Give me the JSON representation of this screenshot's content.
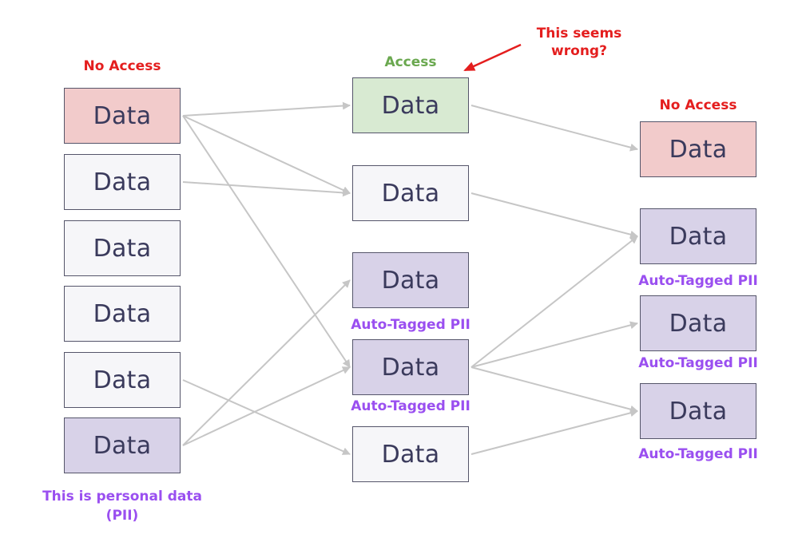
{
  "colors": {
    "plain_fill": "#f6f6f9",
    "denied_fill": "#f2cbcb",
    "allowed_fill": "#d8ead2",
    "pii_fill": "#d8d2e8",
    "no_access_text": "#e41e1e",
    "access_text": "#6aa84f",
    "pii_text": "#9a4ff0",
    "edge": "#c6c6c6"
  },
  "labels": {
    "left_status": "No Access",
    "middle_status": "Access",
    "right_status": "No Access",
    "callout": "This seems wrong?",
    "pii_tag": "Auto-Tagged PII",
    "pii_note_line1": "This is personal data",
    "pii_note_line2": "(PII)"
  },
  "nodes": {
    "left": [
      {
        "text": "Data",
        "state": "no-access"
      },
      {
        "text": "Data",
        "state": "plain"
      },
      {
        "text": "Data",
        "state": "plain"
      },
      {
        "text": "Data",
        "state": "plain"
      },
      {
        "text": "Data",
        "state": "plain"
      },
      {
        "text": "Data",
        "state": "pii"
      }
    ],
    "middle": [
      {
        "text": "Data",
        "state": "access"
      },
      {
        "text": "Data",
        "state": "plain"
      },
      {
        "text": "Data",
        "state": "pii"
      },
      {
        "text": "Data",
        "state": "pii"
      },
      {
        "text": "Data",
        "state": "plain"
      }
    ],
    "right": [
      {
        "text": "Data",
        "state": "no-access"
      },
      {
        "text": "Data",
        "state": "pii"
      },
      {
        "text": "Data",
        "state": "pii"
      },
      {
        "text": "Data",
        "state": "pii"
      }
    ]
  },
  "edges": [
    {
      "from": "left.0",
      "to": "middle.0"
    },
    {
      "from": "left.0",
      "to": "middle.1"
    },
    {
      "from": "left.0",
      "to": "middle.3"
    },
    {
      "from": "left.1",
      "to": "middle.1"
    },
    {
      "from": "left.4",
      "to": "middle.4"
    },
    {
      "from": "left.5",
      "to": "middle.2"
    },
    {
      "from": "left.5",
      "to": "middle.3"
    },
    {
      "from": "middle.0",
      "to": "right.0"
    },
    {
      "from": "middle.1",
      "to": "right.1"
    },
    {
      "from": "middle.3",
      "to": "right.1"
    },
    {
      "from": "middle.3",
      "to": "right.2"
    },
    {
      "from": "middle.3",
      "to": "right.3"
    },
    {
      "from": "middle.4",
      "to": "right.3"
    }
  ]
}
